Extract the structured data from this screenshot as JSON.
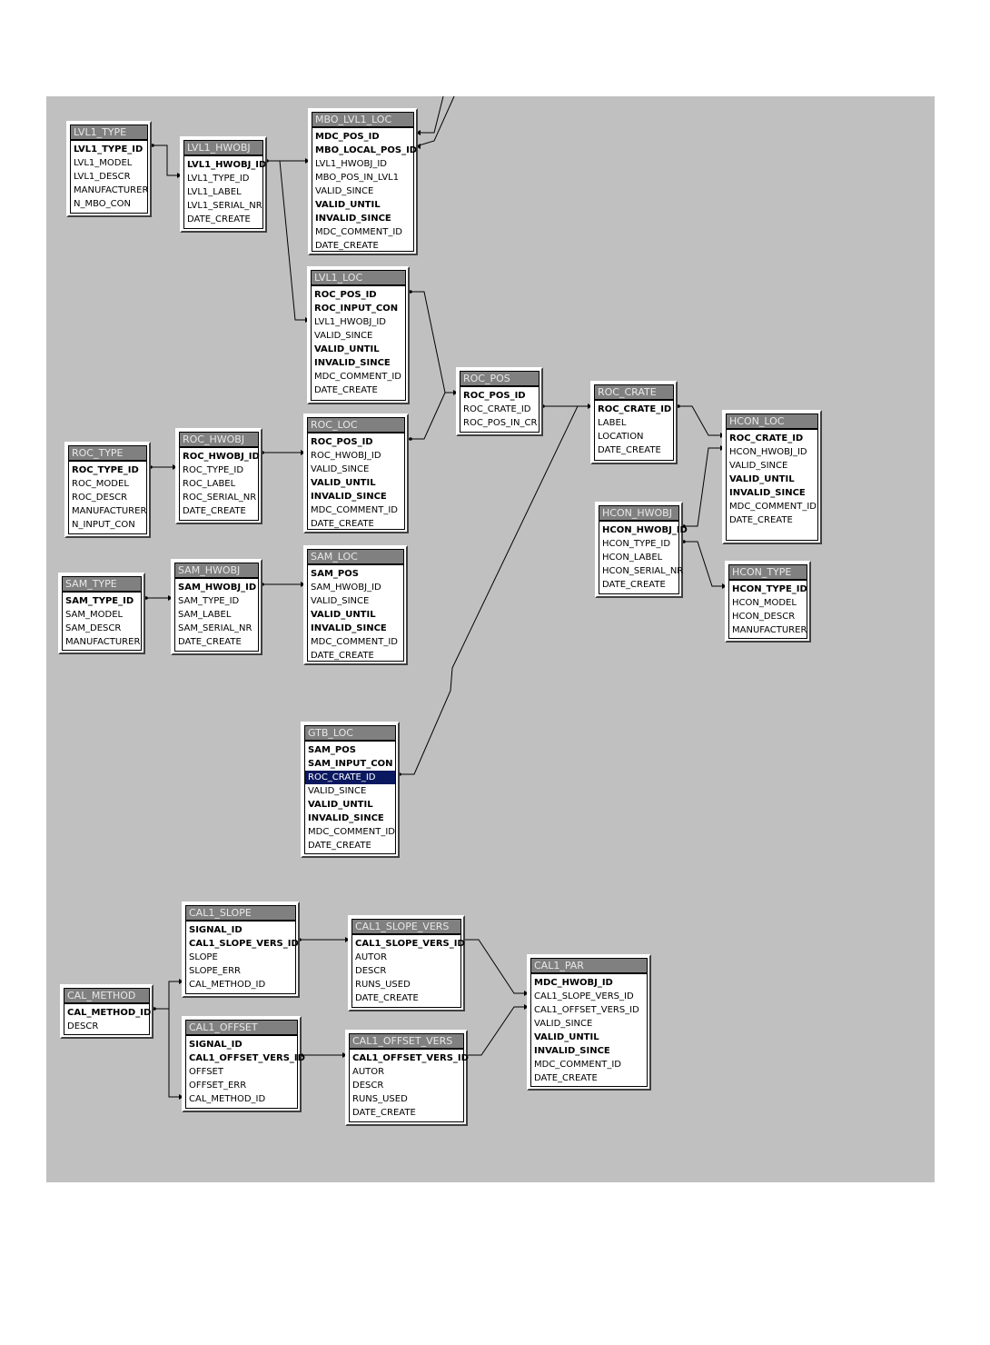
{
  "tables": [
    {
      "name": "LVL1_TYPE",
      "cols": [
        [
          "LVL1_TYPE_ID",
          1
        ],
        [
          "LVL1_MODEL",
          0
        ],
        [
          "LVL1_DESCR",
          0
        ],
        [
          "MANUFACTURER",
          0
        ],
        [
          "N_MBO_CON",
          0
        ]
      ]
    },
    {
      "name": "LVL1_HWOBJ",
      "cols": [
        [
          "LVL1_HWOBJ_ID",
          1
        ],
        [
          "LVL1_TYPE_ID",
          0
        ],
        [
          "LVL1_LABEL",
          0
        ],
        [
          "LVL1_SERIAL_NR",
          0
        ],
        [
          "DATE_CREATE",
          0
        ]
      ]
    },
    {
      "name": "MBO_LVL1_LOC",
      "cols": [
        [
          "MDC_POS_ID",
          1
        ],
        [
          "MBO_LOCAL_POS_ID",
          1
        ],
        [
          "LVL1_HWOBJ_ID",
          0
        ],
        [
          "MBO_POS_IN_LVL1",
          0
        ],
        [
          "VALID_SINCE",
          0
        ],
        [
          "VALID_UNTIL",
          1
        ],
        [
          "INVALID_SINCE",
          1
        ],
        [
          "MDC_COMMENT_ID",
          0
        ],
        [
          "DATE_CREATE",
          0
        ]
      ]
    },
    {
      "name": "LVL1_LOC",
      "cols": [
        [
          "ROC_POS_ID",
          1
        ],
        [
          "ROC_INPUT_CON",
          1
        ],
        [
          "LVL1_HWOBJ_ID",
          0
        ],
        [
          "VALID_SINCE",
          0
        ],
        [
          "VALID_UNTIL",
          1
        ],
        [
          "INVALID_SINCE",
          1
        ],
        [
          "MDC_COMMENT_ID",
          0
        ],
        [
          "DATE_CREATE",
          0
        ]
      ]
    },
    {
      "name": "ROC_POS",
      "cols": [
        [
          "ROC_POS_ID",
          1
        ],
        [
          "ROC_CRATE_ID",
          0
        ],
        [
          "ROC_POS_IN_CR",
          0
        ]
      ]
    },
    {
      "name": "ROC_CRATE",
      "cols": [
        [
          "ROC_CRATE_ID",
          1
        ],
        [
          "LABEL",
          0
        ],
        [
          "LOCATION",
          0
        ],
        [
          "DATE_CREATE",
          0
        ]
      ]
    },
    {
      "name": "HCON_LOC",
      "cols": [
        [
          "ROC_CRATE_ID",
          1
        ],
        [
          "HCON_HWOBJ_ID",
          0
        ],
        [
          "VALID_SINCE",
          0
        ],
        [
          "VALID_UNTIL",
          1
        ],
        [
          "INVALID_SINCE",
          1
        ],
        [
          "MDC_COMMENT_ID",
          0
        ],
        [
          "DATE_CREATE",
          0
        ]
      ]
    },
    {
      "name": "ROC_TYPE",
      "cols": [
        [
          "ROC_TYPE_ID",
          1
        ],
        [
          "ROC_MODEL",
          0
        ],
        [
          "ROC_DESCR",
          0
        ],
        [
          "MANUFACTURER",
          0
        ],
        [
          "N_INPUT_CON",
          0
        ]
      ]
    },
    {
      "name": "ROC_HWOBJ",
      "cols": [
        [
          "ROC_HWOBJ_ID",
          1
        ],
        [
          "ROC_TYPE_ID",
          0
        ],
        [
          "ROC_LABEL",
          0
        ],
        [
          "ROC_SERIAL_NR",
          0
        ],
        [
          "DATE_CREATE",
          0
        ]
      ]
    },
    {
      "name": "ROC_LOC",
      "cols": [
        [
          "ROC_POS_ID",
          1
        ],
        [
          "ROC_HWOBJ_ID",
          0
        ],
        [
          "VALID_SINCE",
          0
        ],
        [
          "VALID_UNTIL",
          1
        ],
        [
          "INVALID_SINCE",
          1
        ],
        [
          "MDC_COMMENT_ID",
          0
        ],
        [
          "DATE_CREATE",
          0
        ]
      ]
    },
    {
      "name": "HCON_HWOBJ",
      "cols": [
        [
          "HCON_HWOBJ_ID",
          1
        ],
        [
          "HCON_TYPE_ID",
          0
        ],
        [
          "HCON_LABEL",
          0
        ],
        [
          "HCON_SERIAL_NR",
          0
        ],
        [
          "DATE_CREATE",
          0
        ]
      ]
    },
    {
      "name": "HCON_TYPE",
      "cols": [
        [
          "HCON_TYPE_ID",
          1
        ],
        [
          "HCON_MODEL",
          0
        ],
        [
          "HCON_DESCR",
          0
        ],
        [
          "MANUFACTURER",
          0
        ]
      ]
    },
    {
      "name": "SAM_TYPE",
      "cols": [
        [
          "SAM_TYPE_ID",
          1
        ],
        [
          "SAM_MODEL",
          0
        ],
        [
          "SAM_DESCR",
          0
        ],
        [
          "MANUFACTURER",
          0
        ]
      ]
    },
    {
      "name": "SAM_HWOBJ",
      "cols": [
        [
          "SAM_HWOBJ_ID",
          1
        ],
        [
          "SAM_TYPE_ID",
          0
        ],
        [
          "SAM_LABEL",
          0
        ],
        [
          "SAM_SERIAL_NR",
          0
        ],
        [
          "DATE_CREATE",
          0
        ]
      ]
    },
    {
      "name": "SAM_LOC",
      "cols": [
        [
          "SAM_POS",
          1
        ],
        [
          "SAM_HWOBJ_ID",
          0
        ],
        [
          "VALID_SINCE",
          0
        ],
        [
          "VALID_UNTIL",
          1
        ],
        [
          "INVALID_SINCE",
          1
        ],
        [
          "MDC_COMMENT_ID",
          0
        ],
        [
          "DATE_CREATE",
          0
        ]
      ]
    },
    {
      "name": "GTB_LOC",
      "cols": [
        [
          "SAM_POS",
          1
        ],
        [
          "SAM_INPUT_CON",
          1
        ],
        [
          "ROC_CRATE_ID",
          0,
          1
        ],
        [
          "VALID_SINCE",
          0
        ],
        [
          "VALID_UNTIL",
          1
        ],
        [
          "INVALID_SINCE",
          1
        ],
        [
          "MDC_COMMENT_ID",
          0
        ],
        [
          "DATE_CREATE",
          0
        ]
      ]
    },
    {
      "name": "CAL1_SLOPE",
      "cols": [
        [
          "SIGNAL_ID",
          1
        ],
        [
          "CAL1_SLOPE_VERS_ID",
          1
        ],
        [
          "SLOPE",
          0
        ],
        [
          "SLOPE_ERR",
          0
        ],
        [
          "CAL_METHOD_ID",
          0
        ]
      ]
    },
    {
      "name": "CAL1_SLOPE_VERS",
      "cols": [
        [
          "CAL1_SLOPE_VERS_ID",
          1
        ],
        [
          "AUTOR",
          0
        ],
        [
          "DESCR",
          0
        ],
        [
          "RUNS_USED",
          0
        ],
        [
          "DATE_CREATE",
          0
        ]
      ]
    },
    {
      "name": "CAL1_PAR",
      "cols": [
        [
          "MDC_HWOBJ_ID",
          1
        ],
        [
          "CAL1_SLOPE_VERS_ID",
          0
        ],
        [
          "CAL1_OFFSET_VERS_ID",
          0
        ],
        [
          "VALID_SINCE",
          0
        ],
        [
          "VALID_UNTIL",
          1
        ],
        [
          "INVALID_SINCE",
          1
        ],
        [
          "MDC_COMMENT_ID",
          0
        ],
        [
          "DATE_CREATE",
          0
        ]
      ]
    },
    {
      "name": "CAL_METHOD",
      "cols": [
        [
          "CAL_METHOD_ID",
          1
        ],
        [
          "DESCR",
          0
        ]
      ]
    },
    {
      "name": "CAL1_OFFSET",
      "cols": [
        [
          "SIGNAL_ID",
          1
        ],
        [
          "CAL1_OFFSET_VERS_ID",
          1
        ],
        [
          "OFFSET",
          0
        ],
        [
          "OFFSET_ERR",
          0
        ],
        [
          "CAL_METHOD_ID",
          0
        ]
      ]
    },
    {
      "name": "CAL1_OFFSET_VERS",
      "cols": [
        [
          "CAL1_OFFSET_VERS_ID",
          1
        ],
        [
          "AUTOR",
          0
        ],
        [
          "DESCR",
          0
        ],
        [
          "RUNS_USED",
          0
        ],
        [
          "DATE_CREATE",
          0
        ]
      ]
    }
  ]
}
